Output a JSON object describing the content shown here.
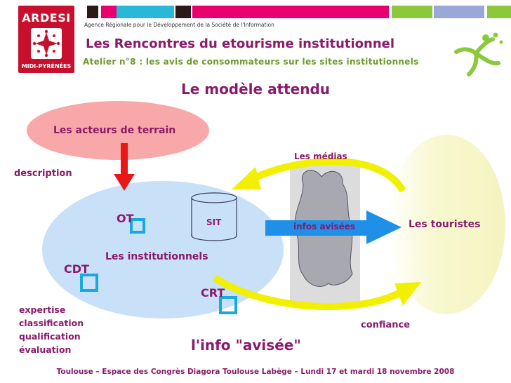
{
  "header": {
    "logo_name": "ARDESI",
    "logo_region": "MIDI-PYRÉNÉES",
    "agency": "Agence Régionale pour le Développement de la Société de l'Information",
    "conference_title": "Les Rencontres du etourisme institutionnel",
    "atelier": "Atelier n°8 : les avis de consommateurs sur les sites institutionnels",
    "color_bars": [
      "#c8102e",
      "#2a1a1a",
      "#e8006e",
      "#2ab8d8",
      "#2a1a1a",
      "#e8006e",
      "#8cc83c",
      "#9aa8d8",
      "#8cc83c"
    ]
  },
  "slide": {
    "title": "Le modèle attendu"
  },
  "diagram": {
    "actors": "Les acteurs de terrain",
    "description": "description",
    "institutions": "Les institutionnels",
    "ot": "OT",
    "cdt": "CDT",
    "crt": "CRT",
    "sit": "SIT",
    "medias": "Les médias",
    "infos": "infos avisées",
    "tourists": "Les touristes",
    "expertise": [
      "expertise",
      "classification",
      "qualification",
      "évaluation"
    ],
    "confiance": "confiance",
    "info_avisee": "l'info \"avisée\""
  },
  "colors": {
    "accent": "#8a1a6a",
    "green": "#6a9a2a",
    "yellow_arrow": "#f0f000",
    "blue_arrow": "#1e90e8",
    "red_arrow": "#e81818",
    "cyan_square": "#1aa8e0",
    "pink_ellipse": "#f8a8a8",
    "blue_ellipse": "#c8e0f8",
    "cream_ellipse": "#f8f8c8"
  },
  "footer": {
    "text": "Toulouse – Espace des Congrès Diagora Toulouse Labège – Lundi 17 et mardi 18 novembre 2008"
  }
}
